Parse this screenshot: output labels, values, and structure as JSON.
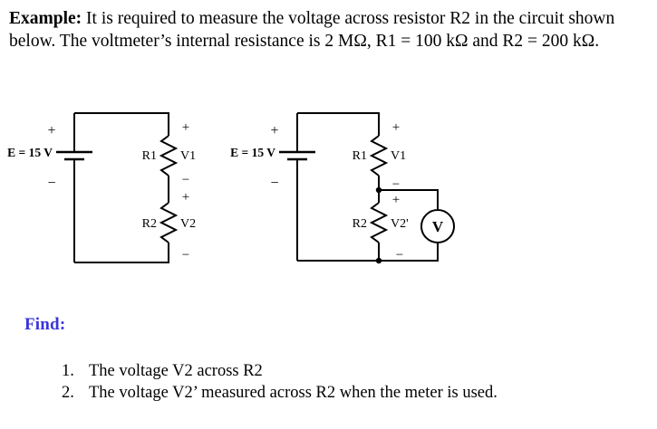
{
  "document": {
    "intro": {
      "lead": "Example:",
      "body": " It is required to measure the voltage across resistor R2 in the circuit shown below. The voltmeter’s internal resistance is 2 MΩ,  R1 = 100 kΩ and R2 = 200 kΩ."
    },
    "find": {
      "heading": "Find:",
      "heading_color": "#3A34D8",
      "items": [
        {
          "number": "1.",
          "text": "The voltage V2 across R2"
        },
        {
          "number": "2.",
          "text": "The voltage V2’ measured across R2 when the meter is used."
        }
      ]
    }
  },
  "circuits": [
    {
      "id": "circuit-without-meter",
      "source": {
        "label": "E = 15 V",
        "plus": "+",
        "minus": "−"
      },
      "resistors": [
        {
          "name": "R1",
          "voltage_label": "V1",
          "polarity_top": "+",
          "polarity_bottom": "−"
        },
        {
          "name": "R2",
          "voltage_label": "V2",
          "polarity_top": "+",
          "polarity_bottom": "−"
        }
      ],
      "meter": null
    },
    {
      "id": "circuit-with-meter",
      "source": {
        "label": "E = 15 V",
        "plus": "+",
        "minus": "−"
      },
      "resistors": [
        {
          "name": "R1",
          "voltage_label": "V1",
          "polarity_top": "+",
          "polarity_bottom": "−"
        },
        {
          "name": "R2",
          "voltage_label": "V2'",
          "polarity_top": "+",
          "polarity_bottom": "−"
        }
      ],
      "meter": {
        "symbol": "V",
        "name": "voltmeter"
      }
    }
  ],
  "style": {
    "wire_color": "#000000",
    "text_color": "#000000",
    "background": "#ffffff"
  }
}
